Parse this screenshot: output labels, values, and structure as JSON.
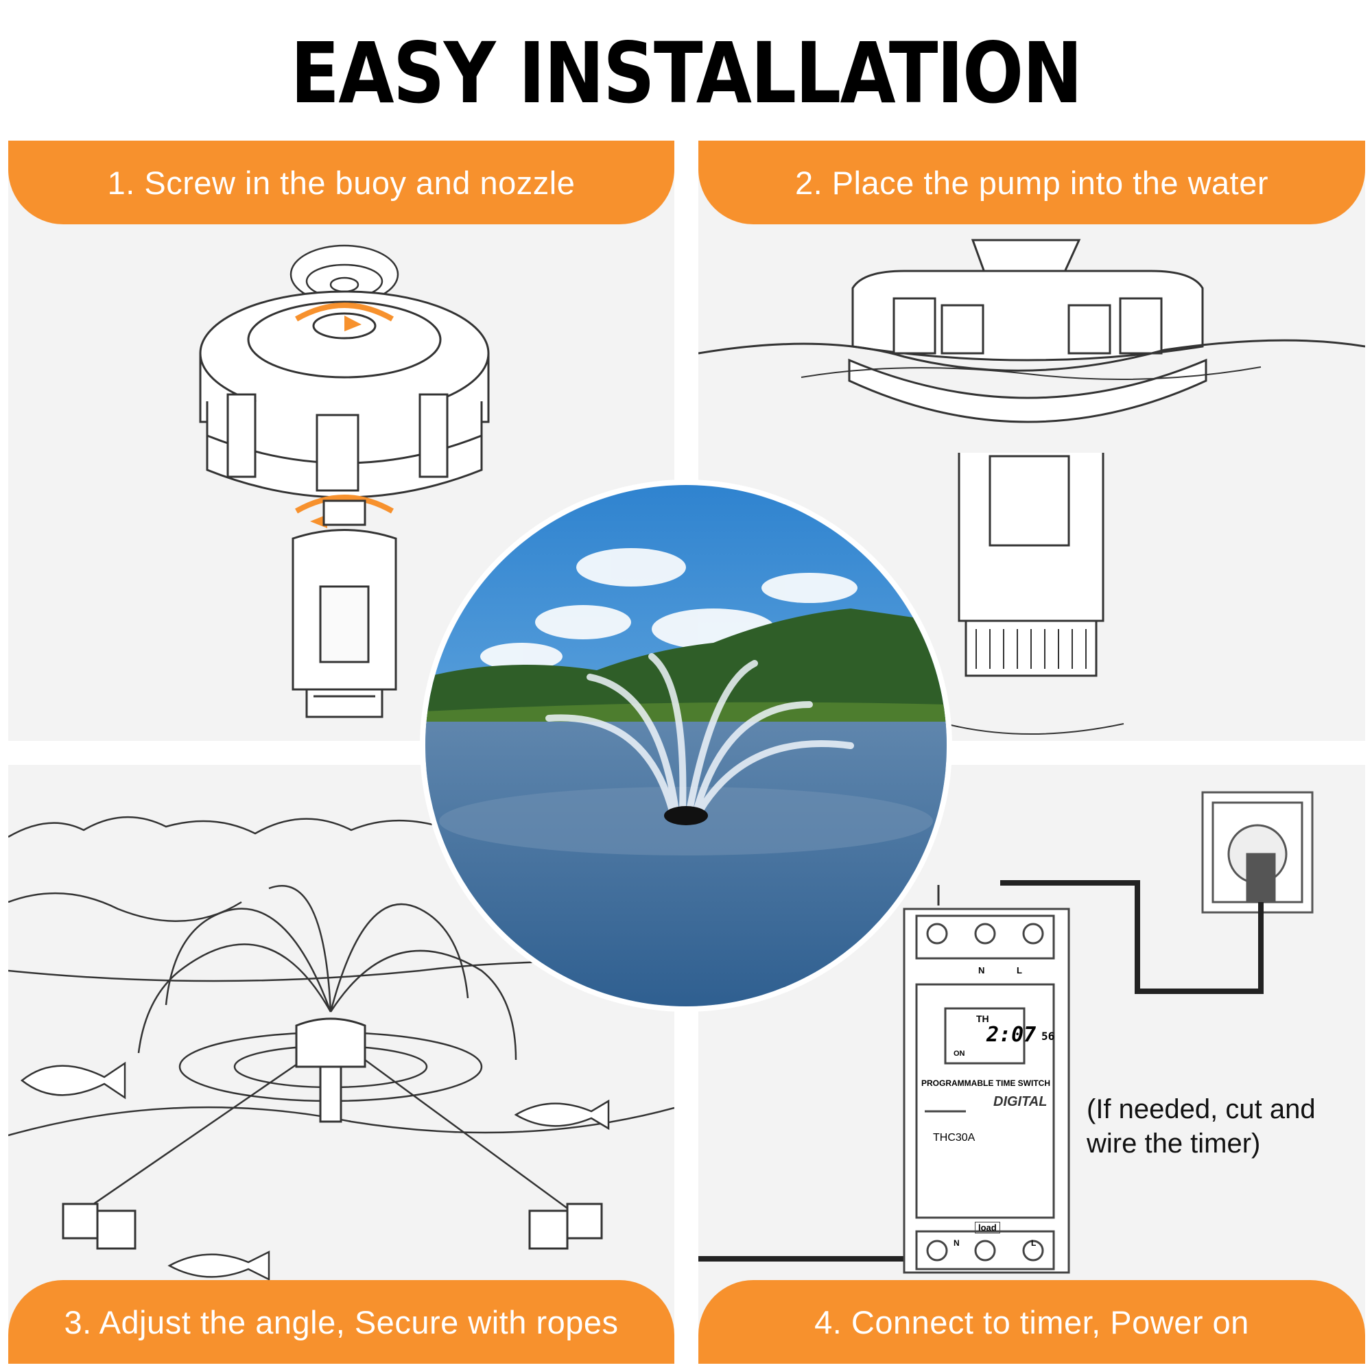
{
  "title": "EASY INSTALLATION",
  "steps": [
    {
      "label": "1. Screw in the buoy and nozzle"
    },
    {
      "label": "2. Place the pump into the water"
    },
    {
      "label": "3. Adjust the angle, Secure with ropes"
    },
    {
      "label": "4. Connect to timer, Power on"
    }
  ],
  "timer": {
    "time": "2:07",
    "seconds": "56",
    "th": "TH",
    "on": "ON",
    "brand_line": "PROGRAMMABLE TIME SWITCH",
    "digital": "DIGITAL",
    "model": "THC30A",
    "n_top": "N",
    "l_top": "L",
    "load": "load",
    "n_bottom": "N",
    "l_bottom": "L",
    "note_line1": "(If needed, cut and",
    "note_line2": "wire the timer)"
  },
  "colors": {
    "accent": "#f7912d",
    "panel_bg": "#f3f3f3"
  }
}
